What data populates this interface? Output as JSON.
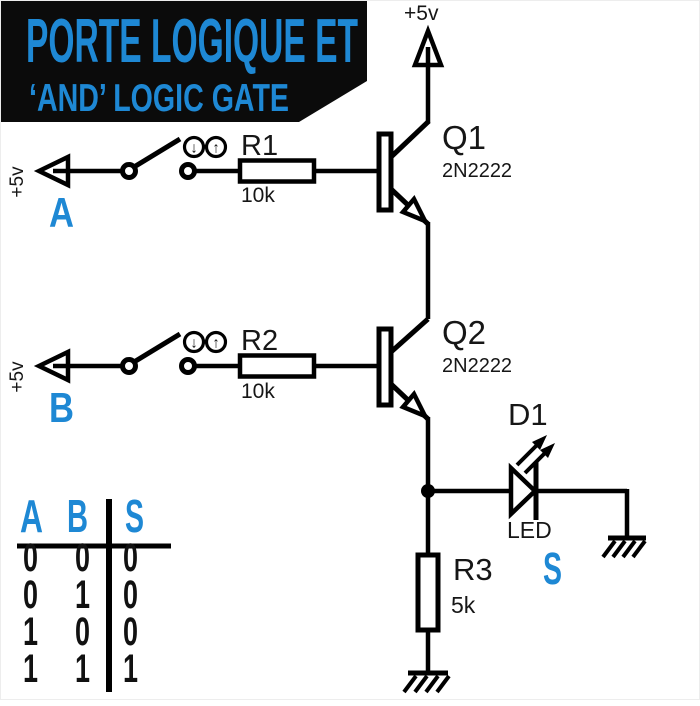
{
  "banner": {
    "title": "PORTE LOGIQUE ET",
    "subtitle": "‘AND’ LOGIC GATE"
  },
  "colors": {
    "accent_blue": "#1e88d4",
    "banner_black": "#0b0b0b",
    "wire_black": "#000000",
    "background": "#ffffff"
  },
  "power": {
    "top_rail": "+5v"
  },
  "inputs": {
    "a": {
      "label": "A",
      "supply": "+5v"
    },
    "b": {
      "label": "B",
      "supply": "+5v"
    }
  },
  "switch_hint": {
    "down": "↓",
    "up": "↑"
  },
  "components": {
    "r1": {
      "ref": "R1",
      "value": "10k"
    },
    "r2": {
      "ref": "R2",
      "value": "10k"
    },
    "r3": {
      "ref": "R3",
      "value": "5k"
    },
    "q1": {
      "ref": "Q1",
      "part": "2N2222"
    },
    "q2": {
      "ref": "Q2",
      "part": "2N2222"
    },
    "d1": {
      "ref": "D1",
      "type": "LED"
    }
  },
  "output": {
    "label": "S"
  },
  "truth_table": {
    "headers": [
      "A",
      "B",
      "S"
    ],
    "rows": [
      [
        "0",
        "0",
        "0"
      ],
      [
        "0",
        "1",
        "0"
      ],
      [
        "1",
        "0",
        "0"
      ],
      [
        "1",
        "1",
        "1"
      ]
    ]
  }
}
